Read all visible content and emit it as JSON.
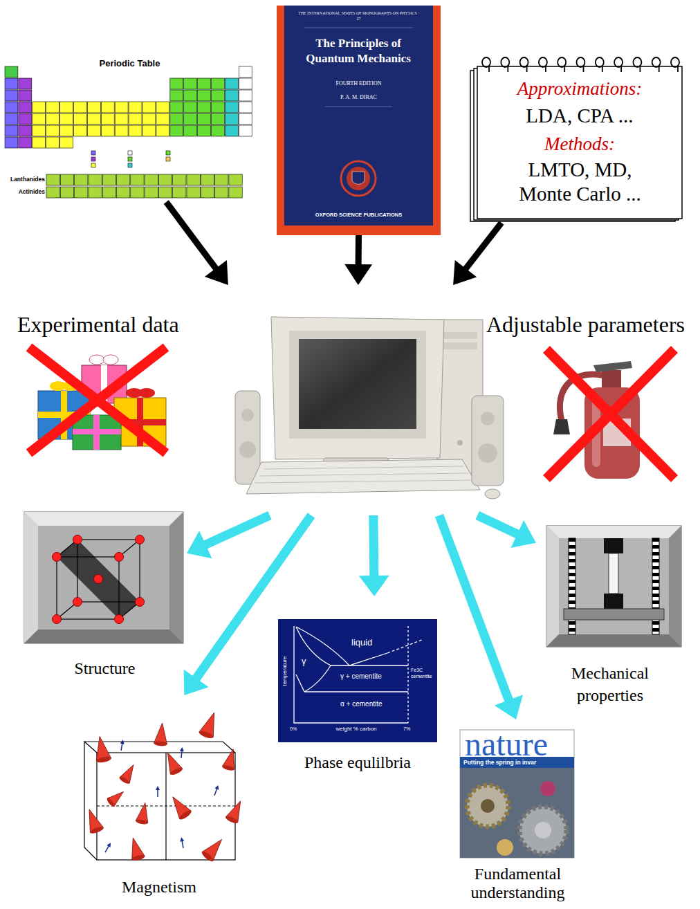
{
  "diagram": {
    "nodes": [
      {
        "text": [
          "Periodic Table"
        ]
      },
      {
        "text": [
          "THE INTERNATIONAL SERIES OF MONOGRAPHS ON PHYSICS · 27",
          "The Principles of Quantum Mechanics",
          "FOURTH EDITION",
          "P. A. M. DIRAC",
          "OXFORD SCIENCE PUBLICATIONS"
        ]
      },
      {
        "text": [
          "Approximations:",
          "LDA, CPA ...",
          "Methods:",
          "LMTO, MD, Monte Carlo ..."
        ]
      },
      {
        "text": [
          "Experimental data"
        ]
      },
      {
        "text": []
      },
      {
        "text": [
          "Adjustable parameters"
        ]
      },
      {
        "text": [
          "Structure"
        ]
      },
      {
        "text": [
          "Mechanical properties"
        ]
      },
      {
        "text": [
          "liquid",
          "γ",
          "γ + cementite",
          "Fe3C cementite",
          "temperature",
          "α + cementite",
          "0%",
          "weight % carbon",
          "7%",
          "Phase equlilbria"
        ]
      },
      {
        "text": [
          "Magnetism"
        ]
      },
      {
        "text": [
          "nature",
          "Putting the spring in invar",
          "Fundamental understanding"
        ]
      }
    ],
    "edges": [
      {
        "from": 0,
        "to": 4,
        "arrow": "to"
      },
      {
        "from": 1,
        "to": 4,
        "arrow": "to"
      },
      {
        "from": 2,
        "to": 4,
        "arrow": "to"
      },
      {
        "from": 4,
        "to": 6,
        "arrow": "to"
      },
      {
        "from": 4,
        "to": 7,
        "arrow": "to"
      },
      {
        "from": 4,
        "to": 8,
        "arrow": "to"
      },
      {
        "from": 4,
        "to": 9,
        "arrow": "to"
      },
      {
        "from": 4,
        "to": 10,
        "arrow": "to"
      }
    ],
    "labels": [
      "Lanthanides",
      "Actinides"
    ]
  }
}
